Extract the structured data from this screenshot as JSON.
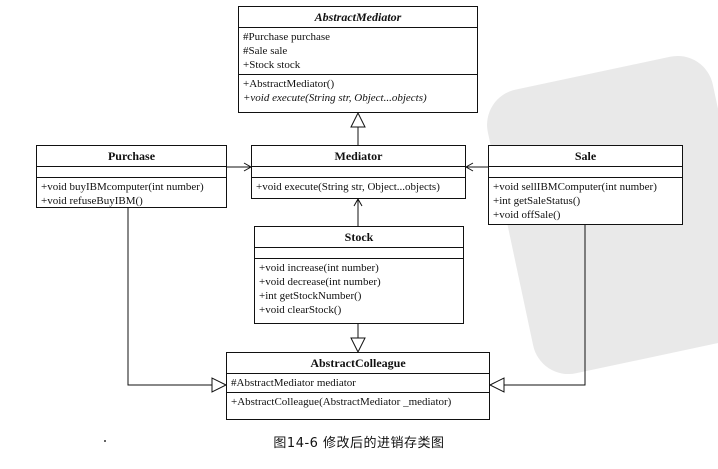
{
  "caption": "图14-6 修改后的进销存类图",
  "classes": {
    "abstract_mediator": {
      "name": "AbstractMediator",
      "attributes": [
        "#Purchase purchase",
        "#Sale sale",
        "+Stock stock"
      ],
      "methods": [
        "+AbstractMediator()",
        "+void execute(String str, Object...objects)"
      ]
    },
    "mediator": {
      "name": "Mediator",
      "methods": [
        "+void execute(String str, Object...objects)"
      ]
    },
    "purchase": {
      "name": "Purchase",
      "methods": [
        "+void buyIBMcomputer(int number)",
        "+void refuseBuyIBM()"
      ]
    },
    "sale": {
      "name": "Sale",
      "methods": [
        "+void sellIBMComputer(int number)",
        "+int getSaleStatus()",
        "+void offSale()"
      ]
    },
    "stock": {
      "name": "Stock",
      "methods": [
        "+void increase(int number)",
        "+void decrease(int number)",
        "+int getStockNumber()",
        "+void clearStock()"
      ]
    },
    "abstract_colleague": {
      "name": "AbstractColleague",
      "attributes": [
        "#AbstractMediator mediator"
      ],
      "methods": [
        "+AbstractColleague(AbstractMediator _mediator)"
      ]
    }
  }
}
